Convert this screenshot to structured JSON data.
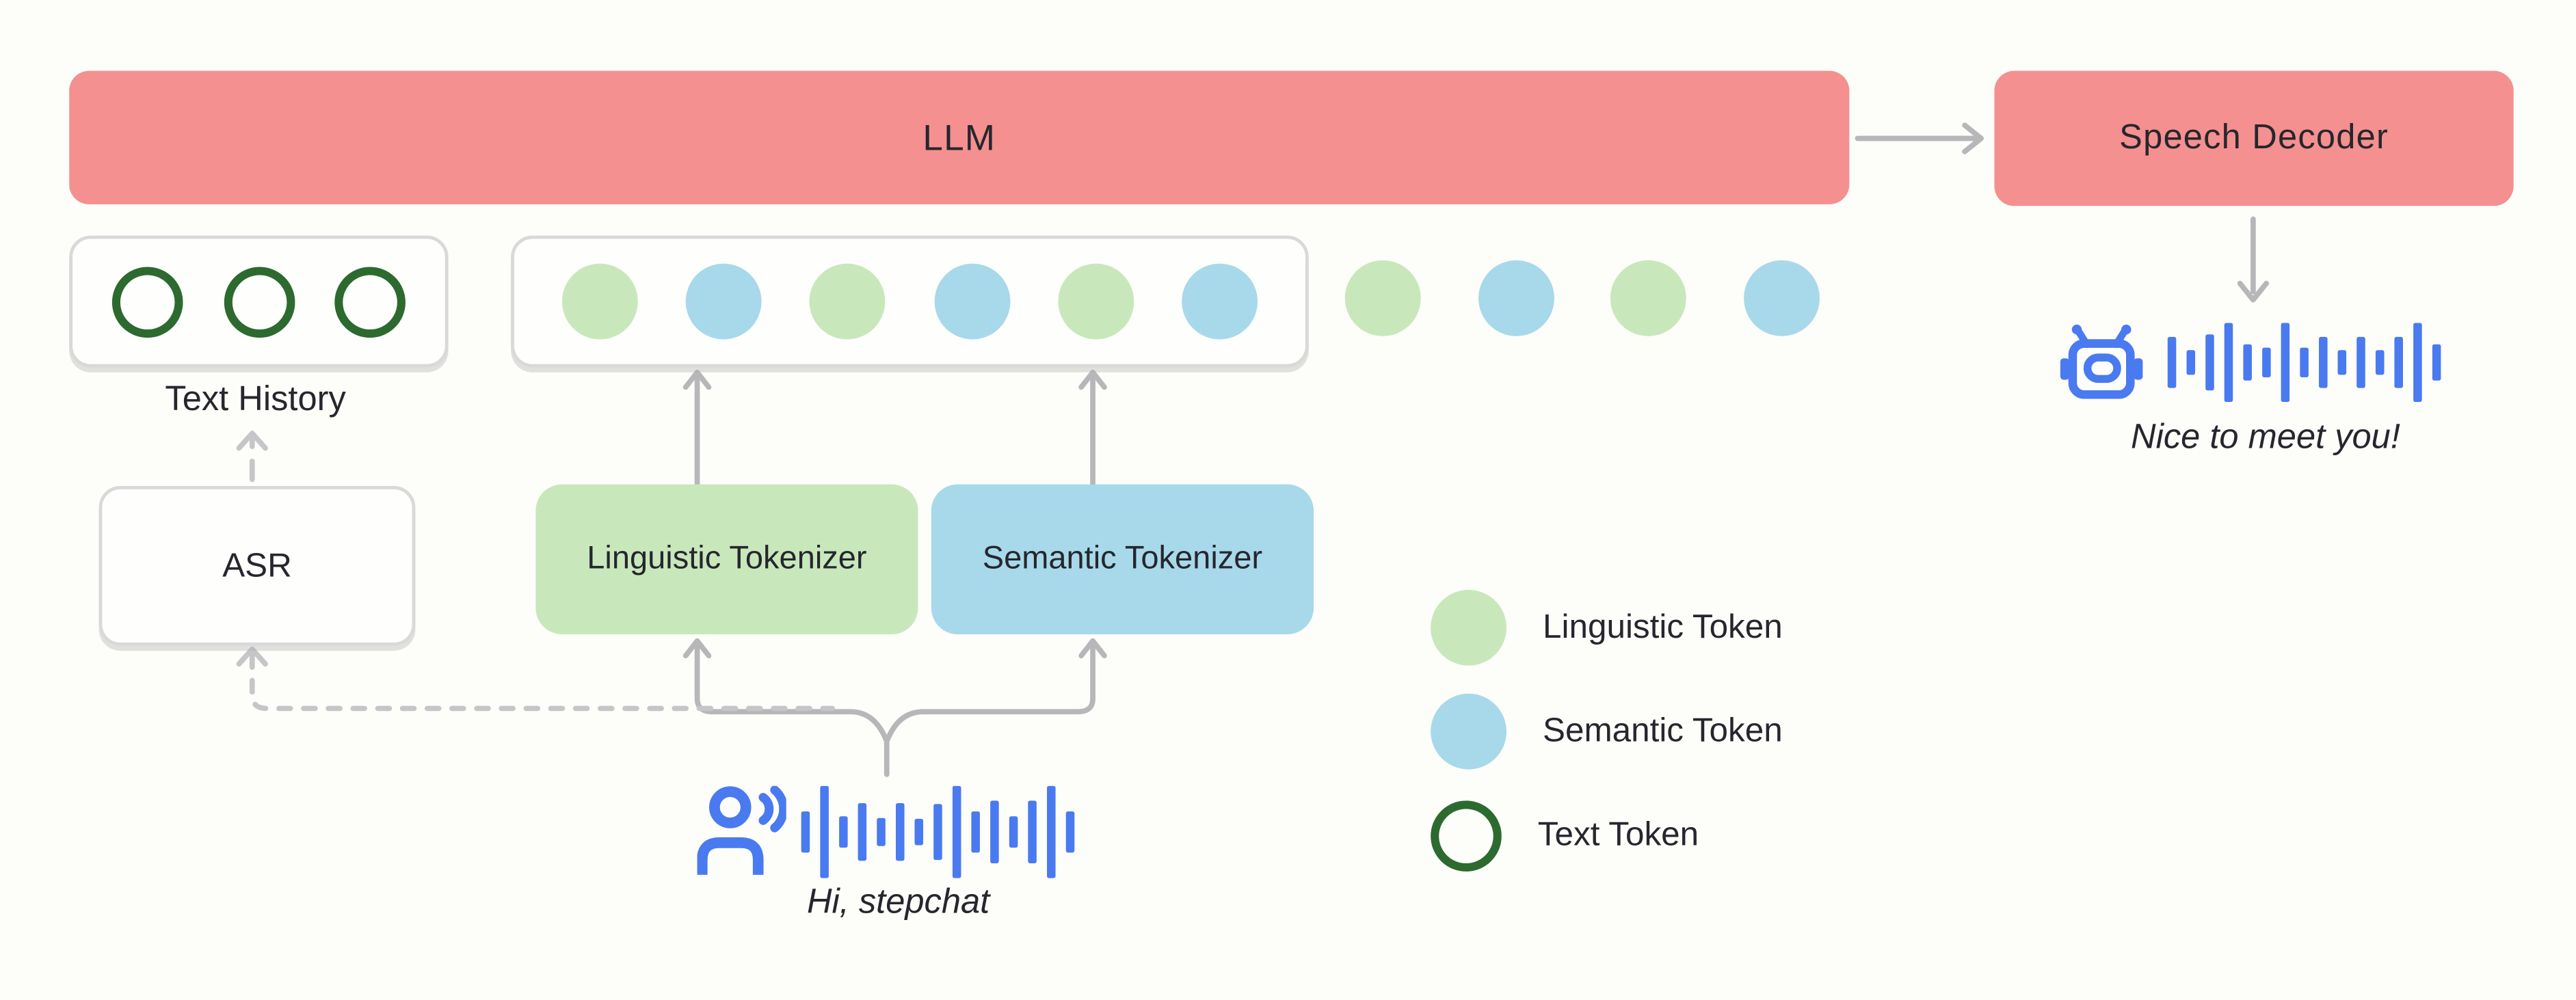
{
  "llm": {
    "label": "LLM"
  },
  "speech_decoder": {
    "label": "Speech Decoder"
  },
  "text_history": {
    "label": "Text History",
    "tokens": [
      "text",
      "text",
      "text"
    ]
  },
  "token_sequence": {
    "in_context": [
      "linguistic",
      "semantic",
      "linguistic",
      "semantic",
      "linguistic",
      "semantic"
    ],
    "generated": [
      "linguistic",
      "semantic",
      "linguistic",
      "semantic"
    ]
  },
  "asr": {
    "label": "ASR"
  },
  "tokenizers": {
    "linguistic": {
      "label": "Linguistic Tokenizer"
    },
    "semantic": {
      "label": "Semantic Tokenizer"
    }
  },
  "user_input": {
    "text": "Hi, stepchat",
    "waveform": [
      25,
      56,
      19,
      35,
      17,
      35,
      16,
      34,
      56,
      25,
      38,
      19,
      38,
      56,
      25
    ]
  },
  "assistant_output": {
    "text": "Nice to meet you!",
    "waveform": [
      31,
      15,
      34,
      48,
      22,
      18,
      48,
      18,
      31,
      15,
      31,
      15,
      31,
      48,
      22
    ]
  },
  "legend": {
    "items": [
      {
        "type": "linguistic",
        "label": "Linguistic Token"
      },
      {
        "type": "semantic",
        "label": "Semantic Token"
      },
      {
        "type": "text",
        "label": "Text Token"
      }
    ]
  },
  "colors": {
    "llm_box": "#F4908F",
    "linguistic": "#C8E8BC",
    "semantic": "#A7D9EA",
    "text_token_ring": "#2D6A2F",
    "connector": "#B7B7BA",
    "icon_blue": "#4A7AF0",
    "background": "#FDFDF9",
    "text": "#26262E"
  }
}
